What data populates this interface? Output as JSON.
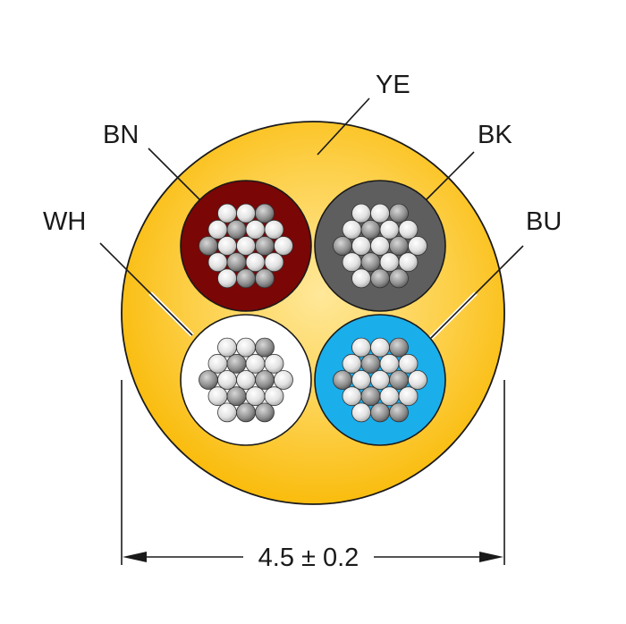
{
  "jacket": {
    "label": "YE",
    "color": "#FDBE14"
  },
  "conductors": [
    {
      "id": "bn",
      "label": "BN",
      "color": "#7A0606"
    },
    {
      "id": "bk",
      "label": "BK",
      "color": "#5E5E5E"
    },
    {
      "id": "wh",
      "label": "WH",
      "color": "#FFFFFF"
    },
    {
      "id": "bu",
      "label": "BU",
      "color": "#1AAEEB"
    }
  ],
  "dimension": {
    "text": "4.5 ± 0.2"
  }
}
